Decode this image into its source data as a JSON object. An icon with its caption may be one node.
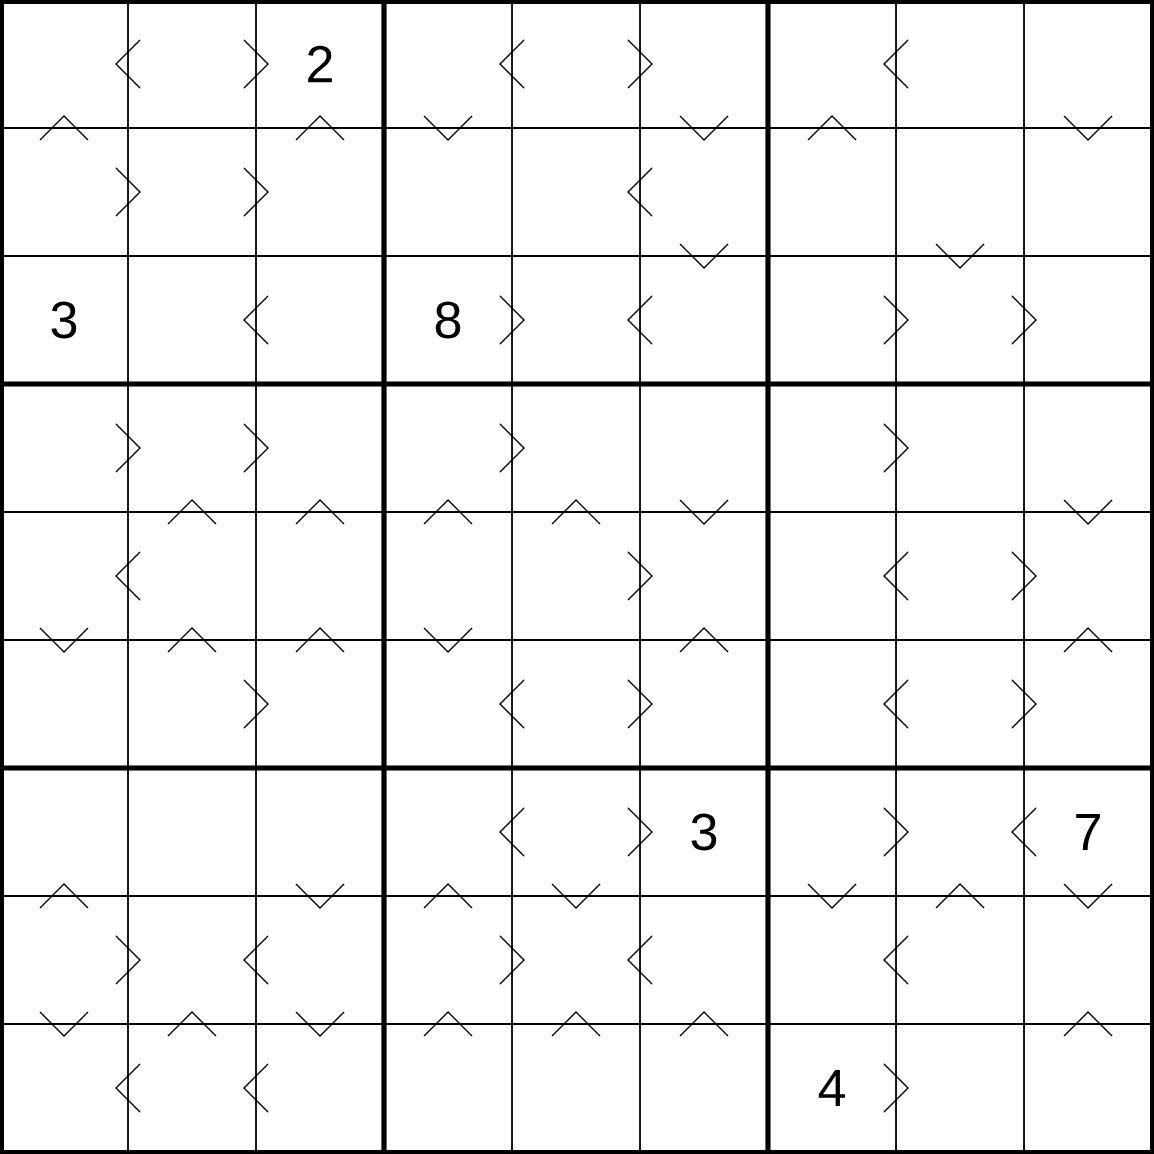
{
  "diagram": {
    "labels": [
      "2",
      "3",
      "8",
      "3",
      "7",
      "4"
    ]
  }
}
